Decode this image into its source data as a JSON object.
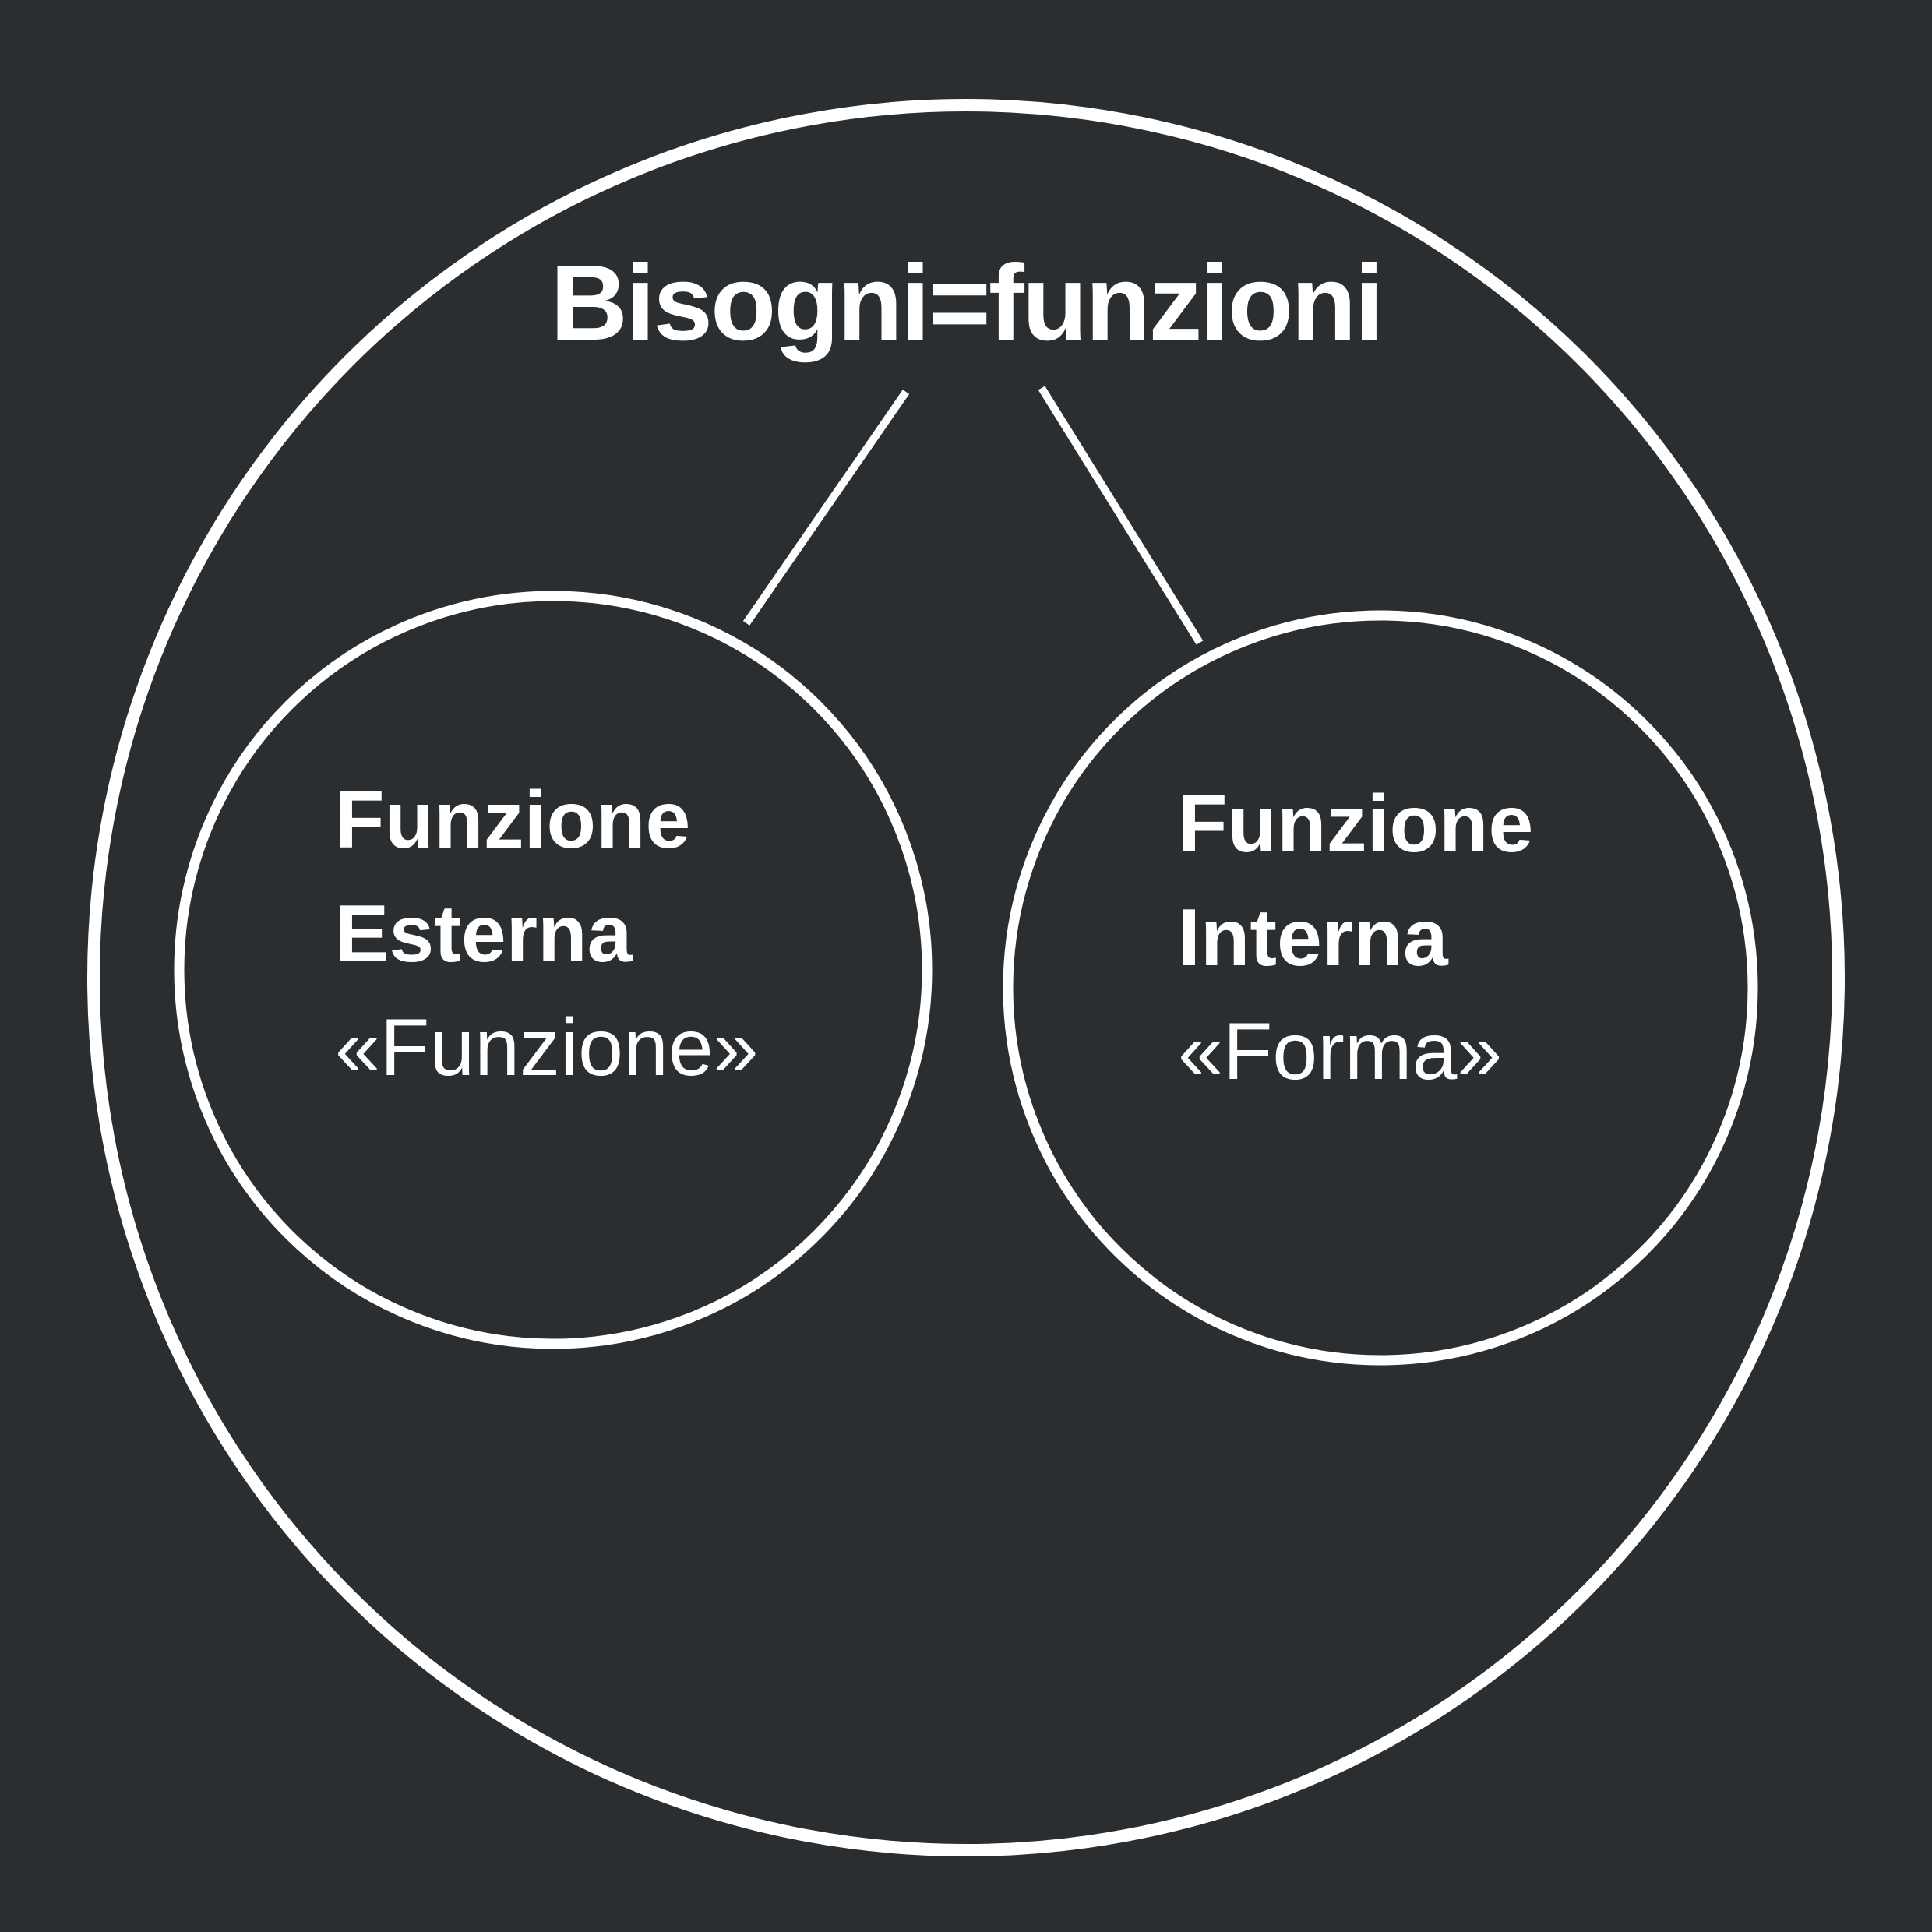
{
  "diagram": {
    "title": "Bisogni=funzioni",
    "colors": {
      "background": "#2b2e30",
      "stroke": "#ffffff",
      "text": "#ffffff"
    },
    "nodes": [
      {
        "id": "funzione-esterna",
        "line1": "Funzione",
        "line2": "Esterna",
        "subtitle": "«Funzione»"
      },
      {
        "id": "funzione-interna",
        "line1": "Funzione",
        "line2": "Interna",
        "subtitle": "«Forma»"
      }
    ]
  }
}
